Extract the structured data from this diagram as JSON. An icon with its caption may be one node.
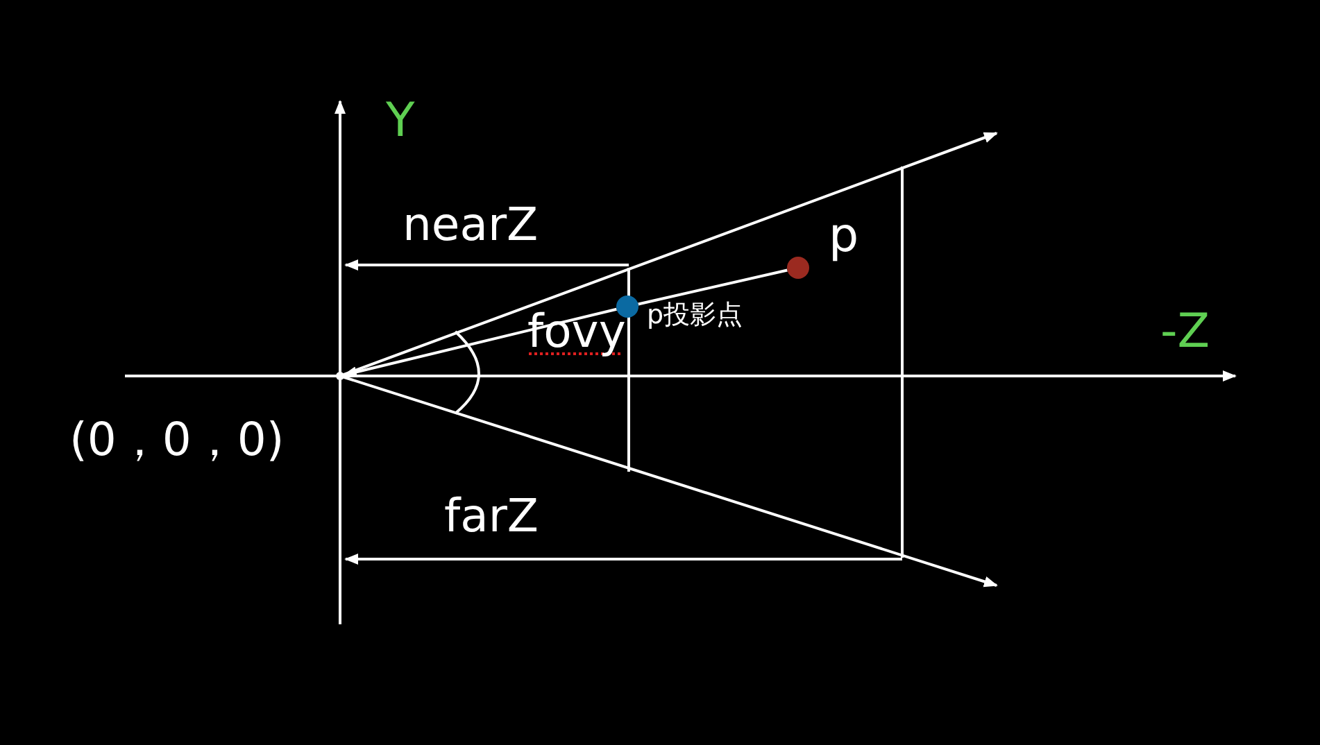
{
  "diagram": {
    "nodes": [
      {
        "text": [],
        "shape": "circle",
        "beside": [
          "p"
        ]
      },
      {
        "text": [],
        "shape": "circle",
        "beside": [
          "p投影点"
        ]
      },
      {
        "text": [],
        "shape": "circle",
        "beside": [
          "(0，0，0)"
        ]
      }
    ],
    "edges": [
      {
        "from": 0,
        "to": 1,
        "arrow": "none"
      },
      {
        "from": 1,
        "to": 2,
        "arrow": "to"
      }
    ],
    "labels": [
      "Y",
      "nearZ",
      "fovy",
      "-Z",
      "farZ"
    ]
  }
}
